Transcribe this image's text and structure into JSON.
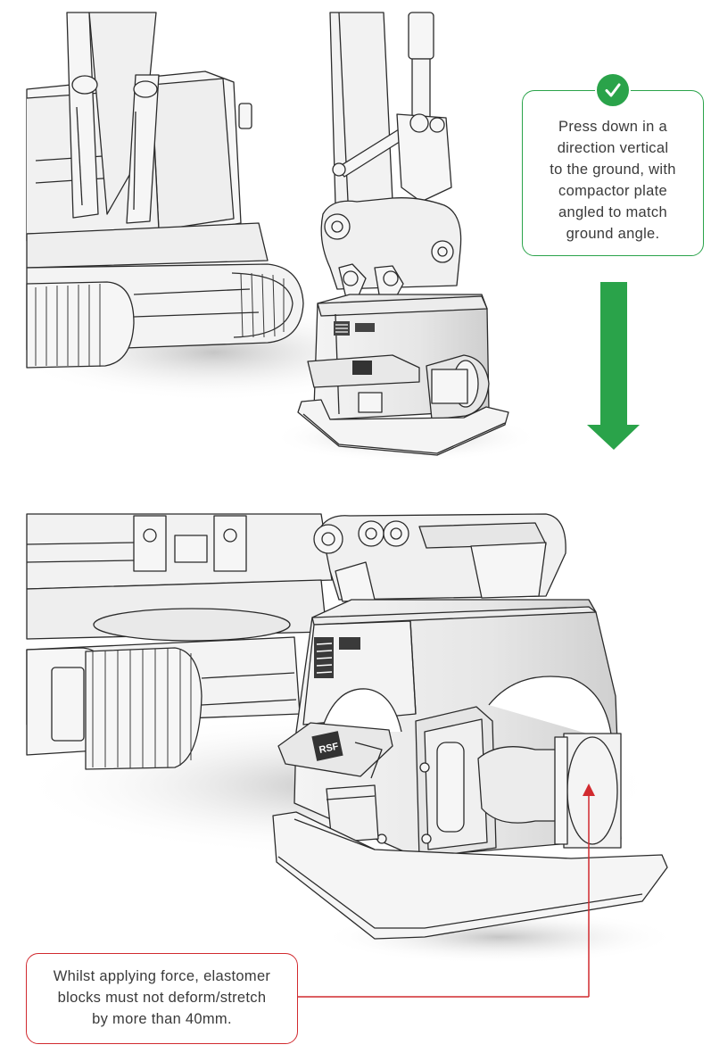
{
  "top_callout": {
    "lines": [
      "Press down in a",
      "direction vertical",
      "to the ground, with",
      "compactor plate",
      "angled to match",
      "ground angle."
    ],
    "color": "#2aa34a",
    "icon": "check-icon"
  },
  "bottom_callout": {
    "lines": [
      "Whilst applying force, elastomer",
      "blocks must not deform/stretch",
      "by more than 40mm."
    ],
    "color": "#d12a2f"
  },
  "arrow": {
    "direction": "down",
    "color": "#2aa34a"
  },
  "plate_label": "RSF"
}
